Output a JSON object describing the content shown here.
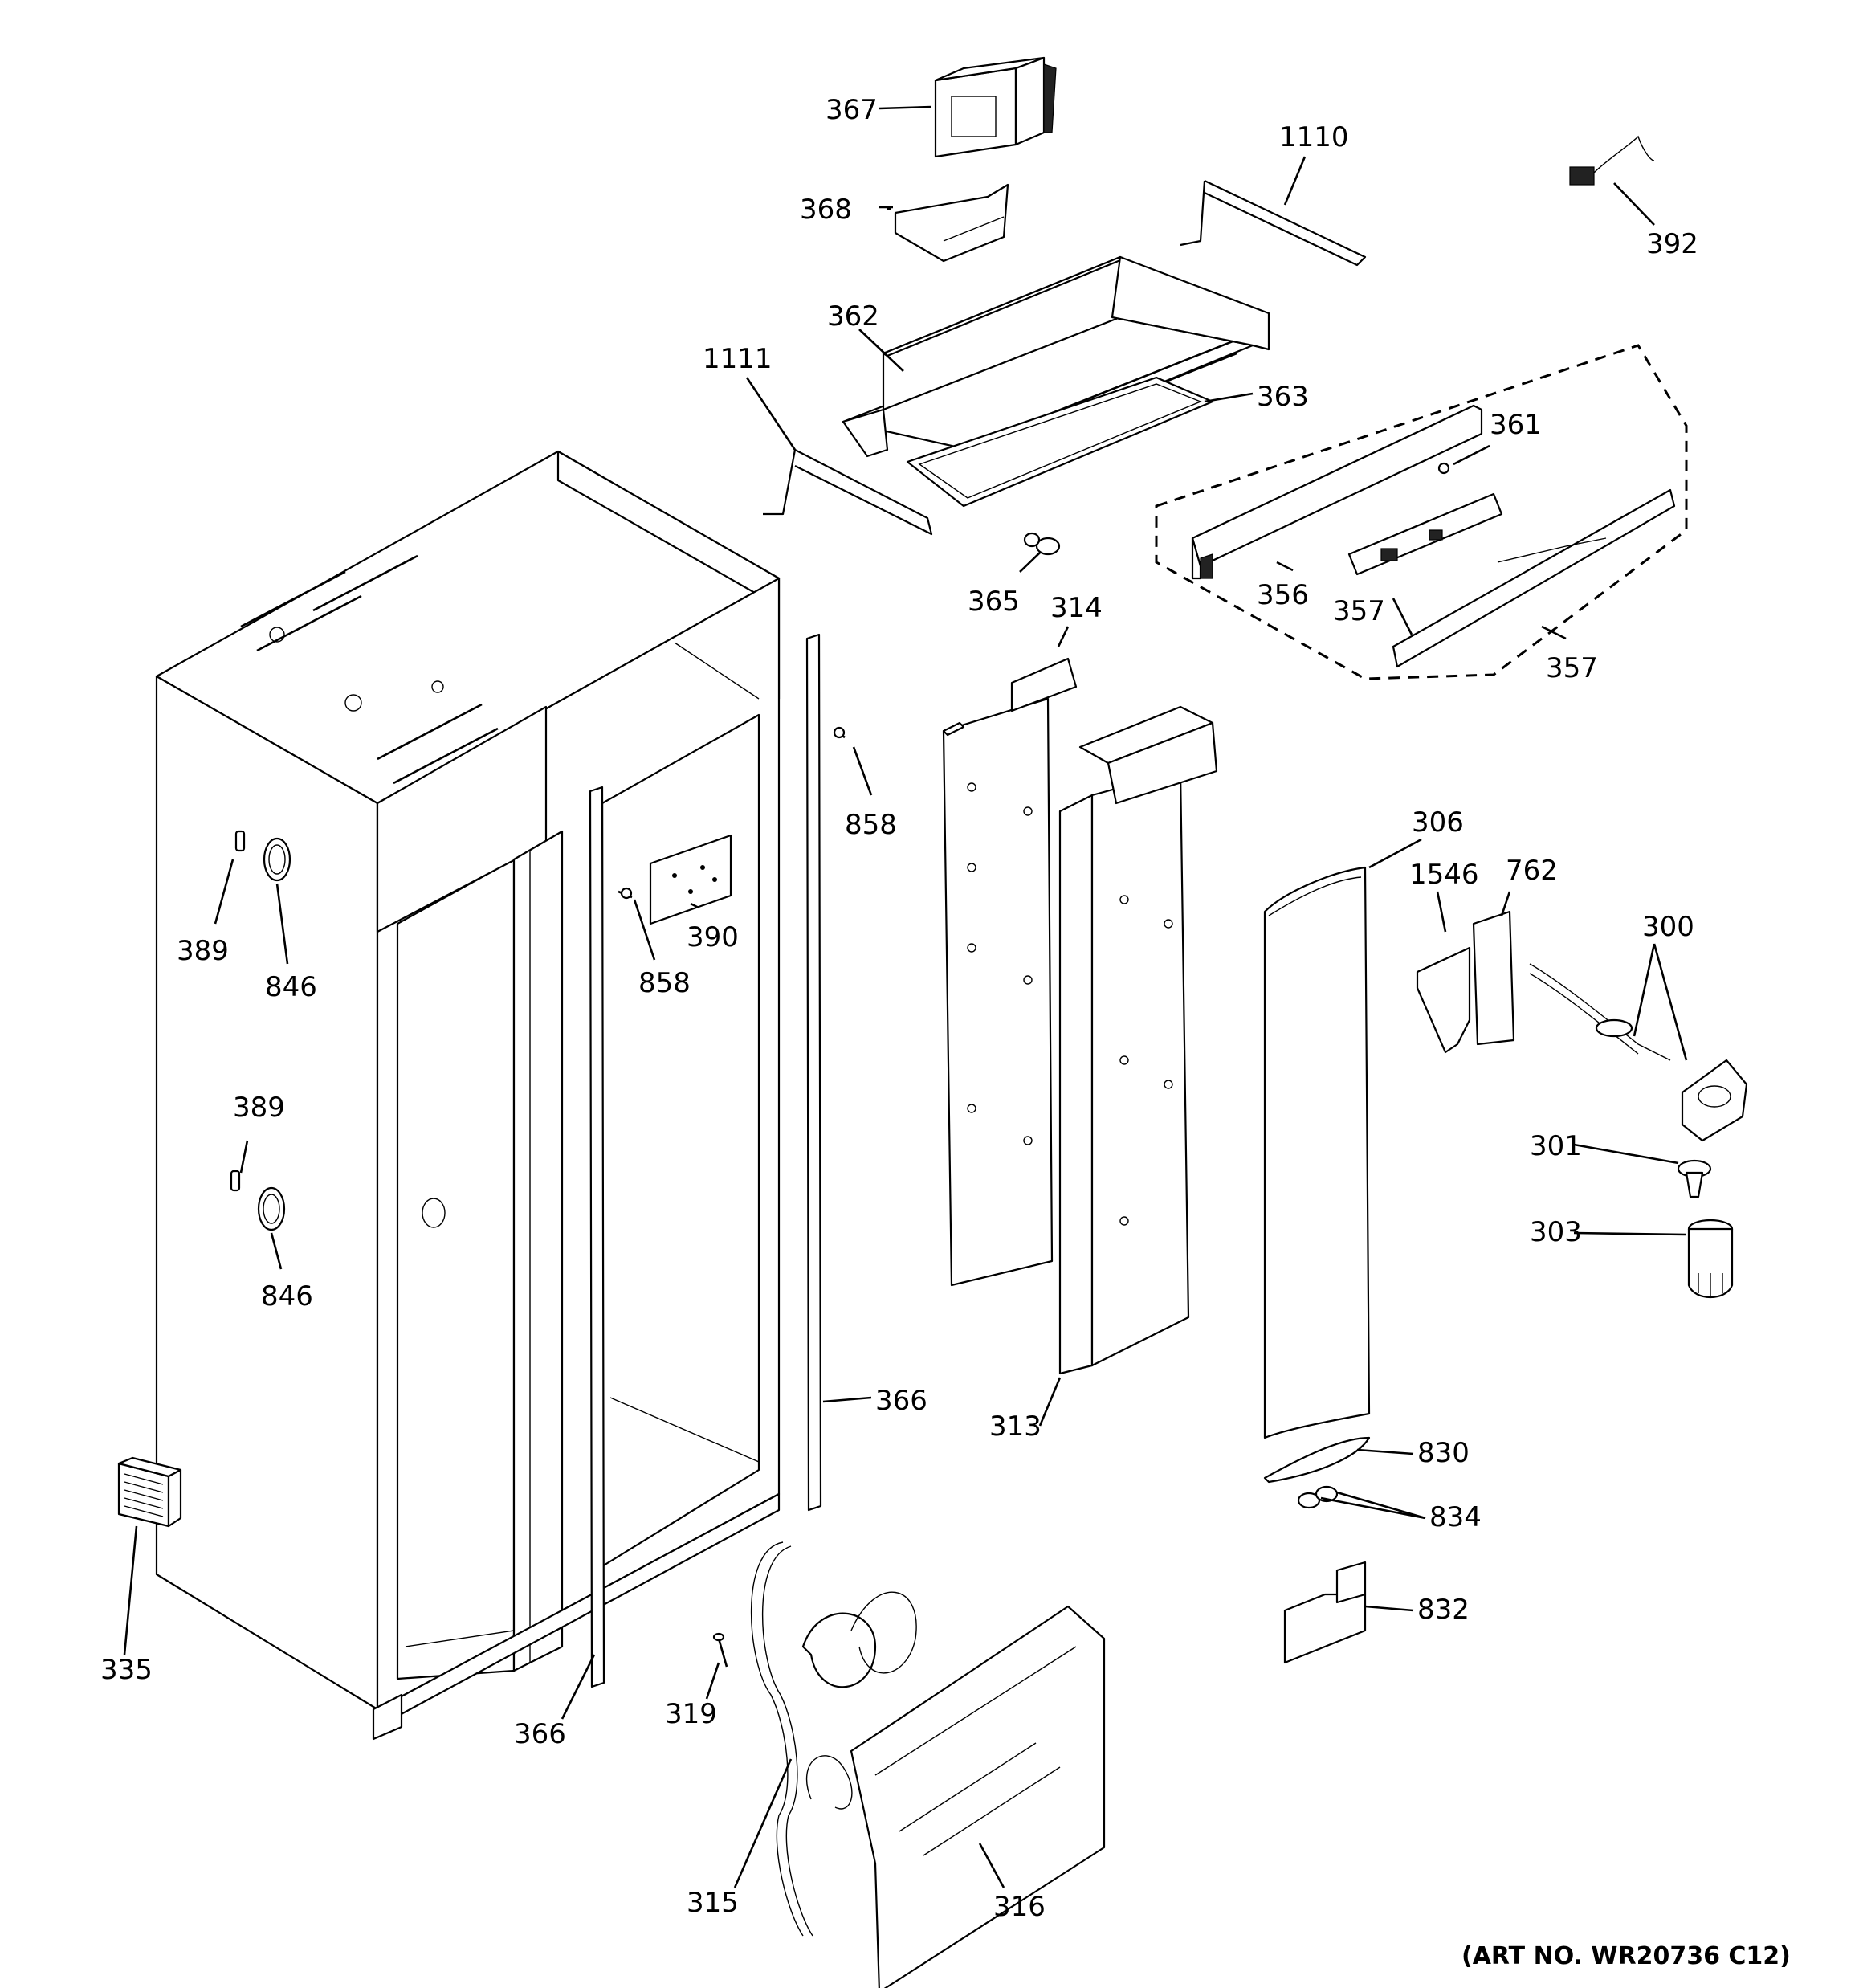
{
  "callouts": {
    "c367": "367",
    "c368": "368",
    "c1110": "1110",
    "c392": "392",
    "c362": "362",
    "c1111": "1111",
    "c363": "363",
    "c361": "361",
    "c365": "365",
    "c356": "356",
    "c357a": "357",
    "c357b": "357",
    "c314": "314",
    "c858a": "858",
    "c390": "390",
    "c858b": "858",
    "c389a": "389",
    "c846a": "846",
    "c389b": "389",
    "c846b": "846",
    "c306": "306",
    "c1546": "1546",
    "c762": "762",
    "c300": "300",
    "c301": "301",
    "c303": "303",
    "c366a": "366",
    "c313": "313",
    "c830": "830",
    "c834": "834",
    "c832": "832",
    "c335": "335",
    "c366b": "366",
    "c319": "319",
    "c315": "315",
    "c316": "316"
  },
  "art_number": "(ART NO. WR20736 C12)"
}
